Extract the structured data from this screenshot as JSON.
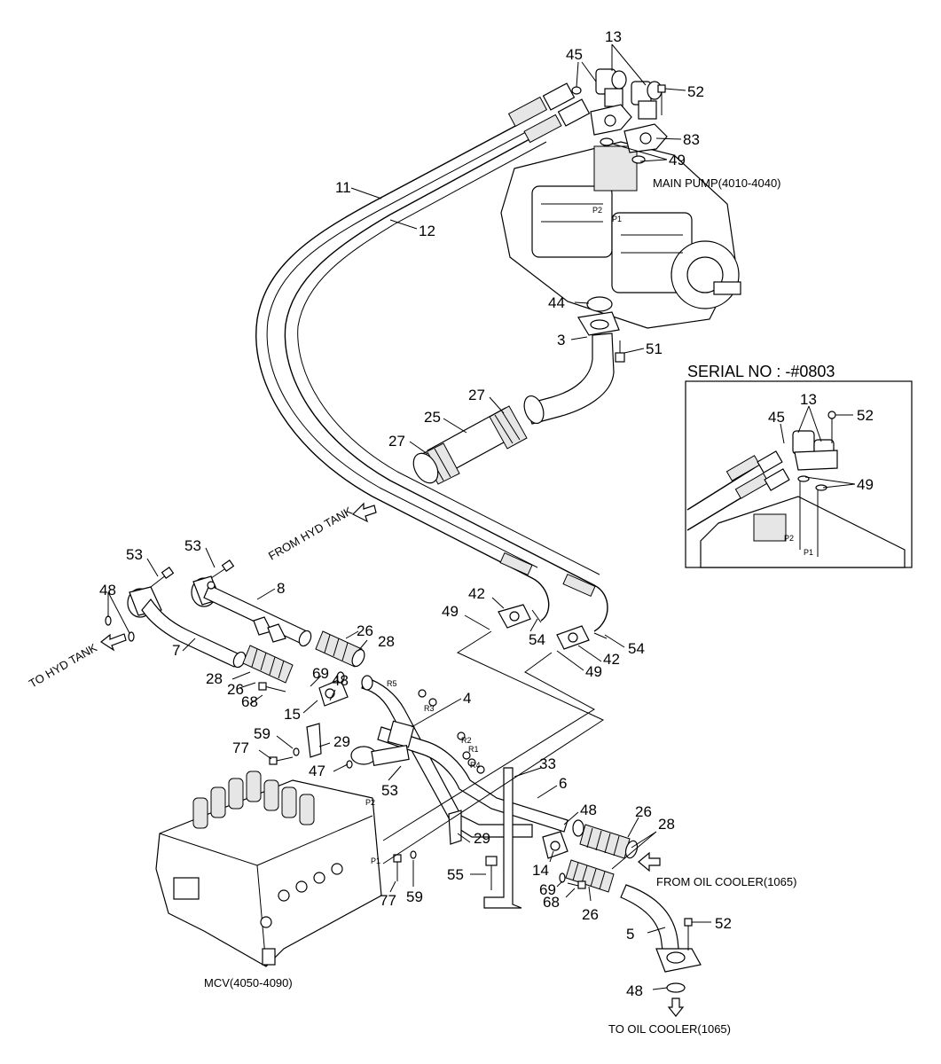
{
  "inset": {
    "title": "SERIAL NO : -#0803"
  },
  "captions": {
    "main_pump": "MAIN PUMP(4010-4040)",
    "from_hyd_tank": "FROM HYD TANK",
    "to_hyd_tank": "TO HYD TANK",
    "from_oil_cooler": "FROM OIL COOLER(1065)",
    "to_oil_cooler": "TO OIL COOLER(1065)",
    "mcv": "MCV(4050-4090)"
  },
  "port_marks": {
    "pump_p1": "P1",
    "pump_p2": "P2",
    "inset_p1": "P1",
    "inset_p2": "P2",
    "mcv_p1": "P1",
    "mcv_p2": "P2",
    "r1": "R1",
    "r2": "R2",
    "r3": "R3",
    "r4": "R4",
    "r5": "R5"
  },
  "callouts": [
    "13",
    "45",
    "52",
    "83",
    "49",
    "11",
    "12",
    "44",
    "3",
    "51",
    "27",
    "25",
    "27",
    "53",
    "53",
    "48",
    "8",
    "26",
    "28",
    "7",
    "28",
    "26",
    "69",
    "48",
    "68",
    "15",
    "29",
    "4",
    "59",
    "77",
    "47",
    "53",
    "42",
    "49",
    "54",
    "54",
    "42",
    "49",
    "33",
    "6",
    "48",
    "26",
    "28",
    "29",
    "14",
    "69",
    "68",
    "26",
    "55",
    "77",
    "59",
    "5",
    "52",
    "48",
    "13",
    "45",
    "52",
    "49"
  ]
}
